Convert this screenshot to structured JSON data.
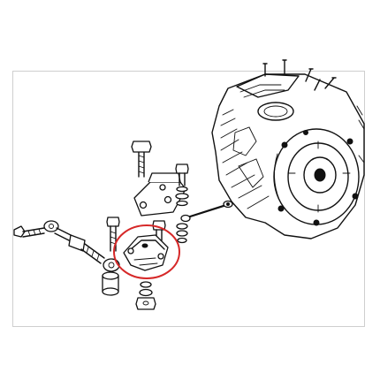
{
  "diagram": {
    "highlight_color": "#d62828",
    "line_color": "#111111",
    "frame_border_color": "#cfcfcf",
    "parts": [
      {
        "name": "engine-crankcase",
        "icon": "engine-block-icon"
      },
      {
        "name": "top-mount-bracket",
        "icon": "bracket-icon"
      },
      {
        "name": "rubber-mount",
        "icon": "rubber-mount-icon",
        "highlighted": true
      },
      {
        "name": "torque-link-rod",
        "icon": "rod-icon"
      },
      {
        "name": "ground-strap",
        "icon": "cable-icon"
      },
      {
        "name": "bolts",
        "icon": "bolt-icon"
      },
      {
        "name": "washers-and-nuts",
        "icon": "nut-icon"
      },
      {
        "name": "spacer-sleeve",
        "icon": "sleeve-icon"
      }
    ]
  }
}
